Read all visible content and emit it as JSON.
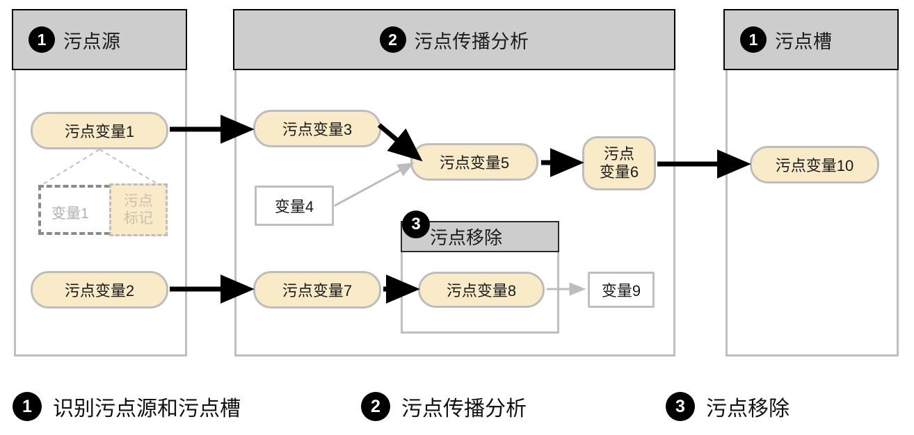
{
  "panels": [
    {
      "id": "taint-source",
      "number": "1",
      "title": "污点源"
    },
    {
      "id": "taint-propagation",
      "number": "2",
      "title": "污点传播分析"
    },
    {
      "id": "taint-sink",
      "number": "1",
      "title": "污点槽"
    }
  ],
  "subpanel": {
    "number": "3",
    "title": "污点移除"
  },
  "nodes": {
    "n1": "污点变量1",
    "n2": "污点变量2",
    "n3": "污点变量3",
    "n4": "变量4",
    "n5": "污点变量5",
    "n6_line1": "污点",
    "n6_line2": "变量6",
    "n7": "污点变量7",
    "n8": "污点变量8",
    "n9": "变量9",
    "n10": "污点变量10"
  },
  "detail": {
    "variable_label": "变量1",
    "mark_line1": "污点",
    "mark_line2": "标记"
  },
  "legend": [
    {
      "number": "1",
      "label": "识别污点源和污点槽"
    },
    {
      "number": "2",
      "label": "污点传播分析"
    },
    {
      "number": "3",
      "label": "污点移除"
    }
  ],
  "colors": {
    "tainted_fill": "#FAEBC8",
    "node_border": "#BDBDBD",
    "panel_header_fill": "#CDCDCD",
    "panel_border": "#BFBFBF",
    "badge_fill": "#000000",
    "strong_edge": "#000000",
    "weak_edge": "#BDBDBD",
    "dashed_detail": "#8A8A8A",
    "muted_text": "#B0B0B0"
  }
}
